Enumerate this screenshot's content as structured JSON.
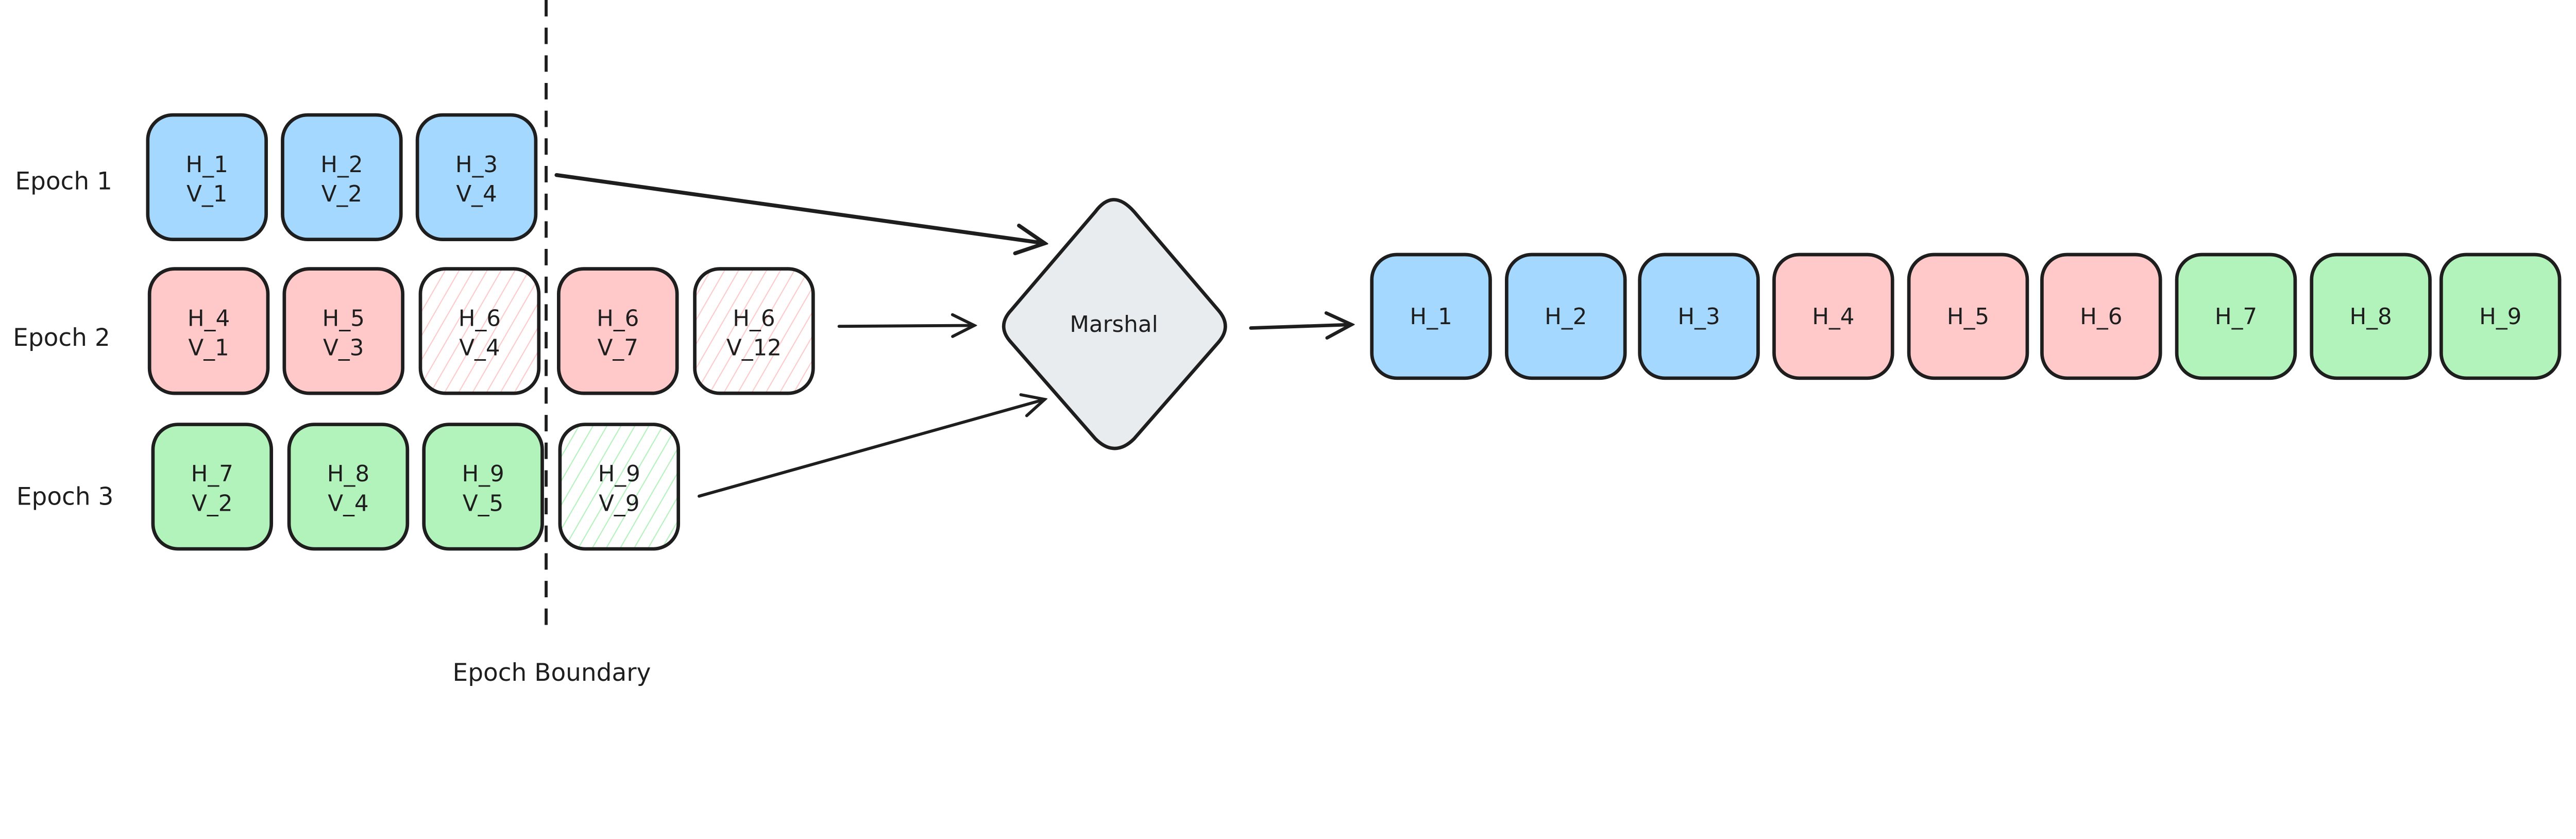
{
  "labels": {
    "epoch_1": "Epoch 1",
    "epoch_2": "Epoch 2",
    "epoch_3": "Epoch 3",
    "epoch_boundary": "Epoch Boundary",
    "marshal": "Marshal"
  },
  "colors": {
    "blue": "#a5d8ff",
    "red": "#ffc9c9",
    "green": "#b2f2bb",
    "marshal_fill": "#e9ecef",
    "stroke": "#1e1e1e"
  },
  "inputs": [
    {
      "epoch": "Epoch 1",
      "blocks": [
        {
          "h": "H_1",
          "v": "V_1",
          "color": "blue",
          "hatched": false
        },
        {
          "h": "H_2",
          "v": "V_2",
          "color": "blue",
          "hatched": false
        },
        {
          "h": "H_3",
          "v": "V_4",
          "color": "blue",
          "hatched": false
        }
      ]
    },
    {
      "epoch": "Epoch 2",
      "blocks": [
        {
          "h": "H_4",
          "v": "V_1",
          "color": "red",
          "hatched": false
        },
        {
          "h": "H_5",
          "v": "V_3",
          "color": "red",
          "hatched": false
        },
        {
          "h": "H_6",
          "v": "V_4",
          "color": "red",
          "hatched": true
        },
        {
          "h": "H_6",
          "v": "V_7",
          "color": "red",
          "hatched": false
        },
        {
          "h": "H_6",
          "v": "V_12",
          "color": "red",
          "hatched": true
        }
      ]
    },
    {
      "epoch": "Epoch 3",
      "blocks": [
        {
          "h": "H_7",
          "v": "V_2",
          "color": "green",
          "hatched": false
        },
        {
          "h": "H_8",
          "v": "V_4",
          "color": "green",
          "hatched": false
        },
        {
          "h": "H_9",
          "v": "V_5",
          "color": "green",
          "hatched": false
        },
        {
          "h": "H_9",
          "v": "V_9",
          "color": "green",
          "hatched": true
        }
      ]
    }
  ],
  "outputs": [
    {
      "h": "H_1",
      "color": "blue"
    },
    {
      "h": "H_2",
      "color": "blue"
    },
    {
      "h": "H_3",
      "color": "blue"
    },
    {
      "h": "H_4",
      "color": "red"
    },
    {
      "h": "H_5",
      "color": "red"
    },
    {
      "h": "H_6",
      "color": "red"
    },
    {
      "h": "H_7",
      "color": "green"
    },
    {
      "h": "H_8",
      "color": "green"
    },
    {
      "h": "H_9",
      "color": "green"
    }
  ]
}
